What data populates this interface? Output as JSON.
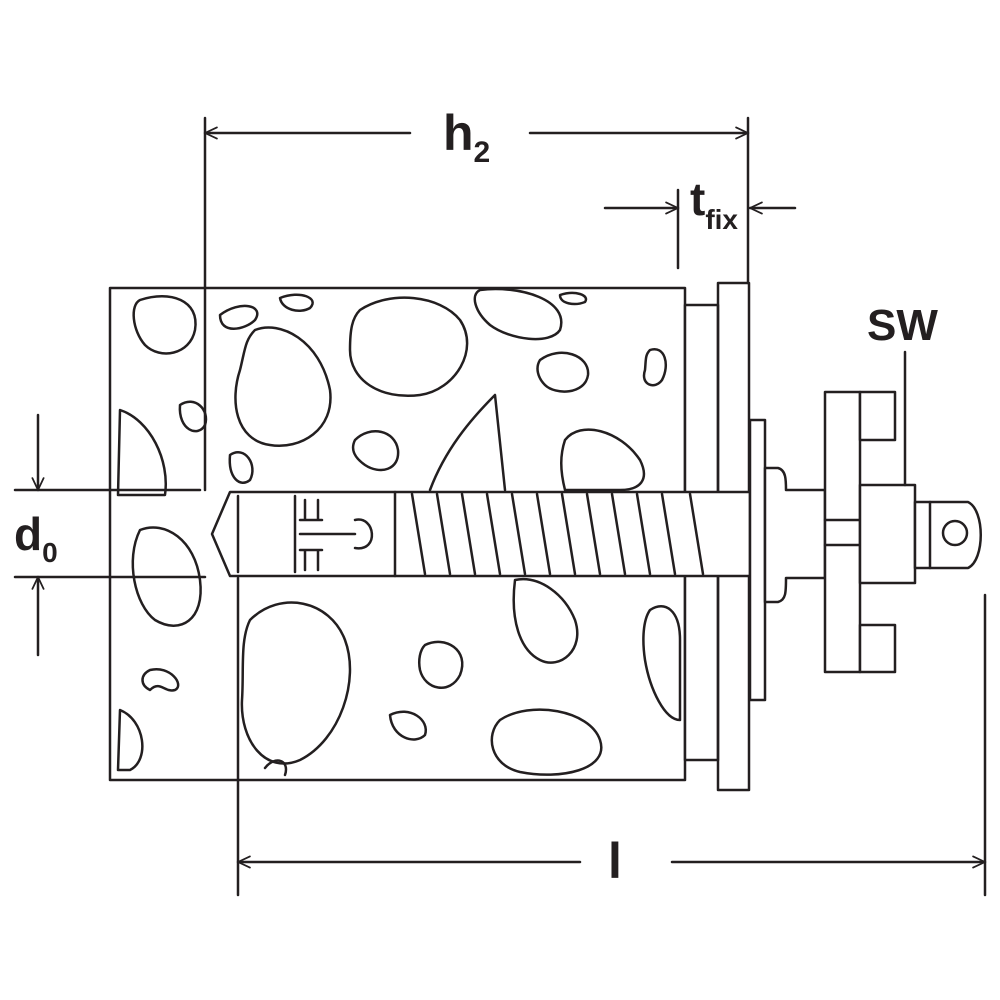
{
  "labels": {
    "h2_main": "h",
    "h2_sub": "2",
    "tfix_main": "t",
    "tfix_sub": "fix",
    "sw": "SW",
    "d0_main": "d",
    "d0_sub": "0",
    "l": "l"
  },
  "colors": {
    "line": "#231f20",
    "background": "#ffffff"
  }
}
